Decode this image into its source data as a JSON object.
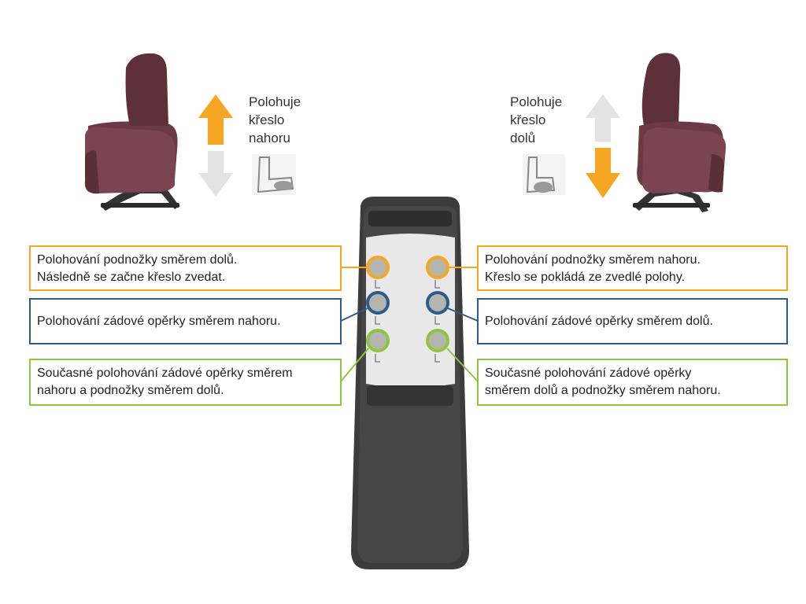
{
  "colors": {
    "orange": "#f5a623",
    "blue": "#2e5c8a",
    "green": "#8cc63f",
    "arrow_inactive": "#e3e3e3",
    "chair": "#6b3a44",
    "remote_body": "#3a3a3a",
    "remote_panel": "#e8e8e8",
    "button": "#b5b5b0"
  },
  "left_label": {
    "line1": "Polohuje",
    "line2": "křeslo",
    "line3": "nahoru"
  },
  "right_label": {
    "line1": "Polohuje",
    "line2": "křeslo",
    "line3": "dolů"
  },
  "callouts": {
    "left_orange": {
      "line1": "Polohování podnožky směrem dolů.",
      "line2": "Následně se začne křeslo zvedat."
    },
    "left_blue": {
      "line1": "Polohování zádové opěrky směrem nahoru."
    },
    "left_green": {
      "line1": "Současné polohování zádové opěrky směrem",
      "line2": "nahoru a podnožky směrem dolů."
    },
    "right_orange": {
      "line1": "Polohování podnožky směrem nahoru.",
      "line2": "Křeslo se pokládá ze zvedlé polohy."
    },
    "right_blue": {
      "line1": "Polohování zádové opěrky směrem dolů."
    },
    "right_green": {
      "line1": "Současné polohování zádové opěrky",
      "line2": "směrem dolů a podnožky směrem nahoru."
    }
  },
  "icons": {
    "left_chair": "lift-recliner-chair-icon",
    "right_chair": "lift-recliner-chair-icon",
    "up_arrow": "arrow-up-icon",
    "down_arrow": "arrow-down-icon",
    "remote": "remote-control-icon"
  }
}
